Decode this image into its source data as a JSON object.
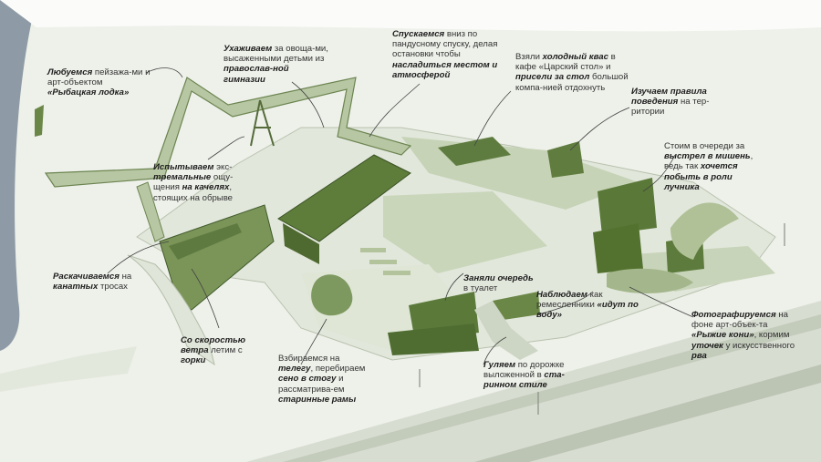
{
  "colors": {
    "ground": "#e4e9df",
    "green": "#6a8747",
    "green_dark": "#3f5a2b",
    "green_light": "#a9bd8f",
    "water": "#8d9aa6",
    "road": "#cfd6c8",
    "text": "#333333"
  },
  "annotations": [
    {
      "id": "rybatskaya",
      "bold": "Любуемся",
      "parts": [
        "Любуемся",
        " пейзажа-ми и арт-объектом ",
        "«Рыбацкая лодка»"
      ]
    },
    {
      "id": "ovoshchi",
      "parts": [
        "Ухаживаем",
        " за овоща-ми, высаженными детьми из ",
        "православ-ной гимназии"
      ]
    },
    {
      "id": "spusk",
      "parts": [
        "Спускаемся",
        " вниз по пандусному спуску, делая остановки чтобы ",
        "насладиться местом и атмосферой"
      ]
    },
    {
      "id": "kvas",
      "parts": [
        "Взяли ",
        "холодный квас",
        " в кафе «Царский стол» и ",
        "присели за стол",
        " большой компа-нией отдохнуть"
      ]
    },
    {
      "id": "pravila",
      "parts": [
        "Изучаем правила поведения",
        " на тер-ритории"
      ]
    },
    {
      "id": "kacheli",
      "parts": [
        "Испытываем",
        " экс-",
        "тремальные",
        " ощу-щения ",
        "на качелях",
        ", стоящих на обрыве"
      ]
    },
    {
      "id": "luchnik",
      "parts": [
        "Стоим в очереди за ",
        "выстрел в мишень",
        ", ведь так ",
        "хочется побыть в роли лучника"
      ]
    },
    {
      "id": "trosy",
      "parts": [
        "Раскачиваемся",
        " на ",
        "канатных",
        " тросах"
      ]
    },
    {
      "id": "tualet",
      "parts": [
        "Заняли очередь",
        " в туалет"
      ]
    },
    {
      "id": "remeslo",
      "parts": [
        "Наблюдаем",
        " как ремесленники ",
        "«идут по воду»"
      ]
    },
    {
      "id": "koni",
      "parts": [
        "Фотографируемся",
        " на фоне арт-объек-та ",
        "«Рыжие кони»",
        ", кормим ",
        "уточек",
        " у искусственного ",
        "рва"
      ]
    },
    {
      "id": "gorka",
      "parts": [
        "Со скоростью ветра",
        " летим с ",
        "горки"
      ]
    },
    {
      "id": "telega",
      "parts": [
        "Взбираемся на ",
        "телегу",
        ", перебираем ",
        "сено в стогу",
        " и рассматрива-ем ",
        "старинные рамы"
      ]
    },
    {
      "id": "dorozhka",
      "parts": [
        "Гуляем",
        " по дорожке выложенной в ",
        "ста-ринном стиле"
      ]
    }
  ]
}
